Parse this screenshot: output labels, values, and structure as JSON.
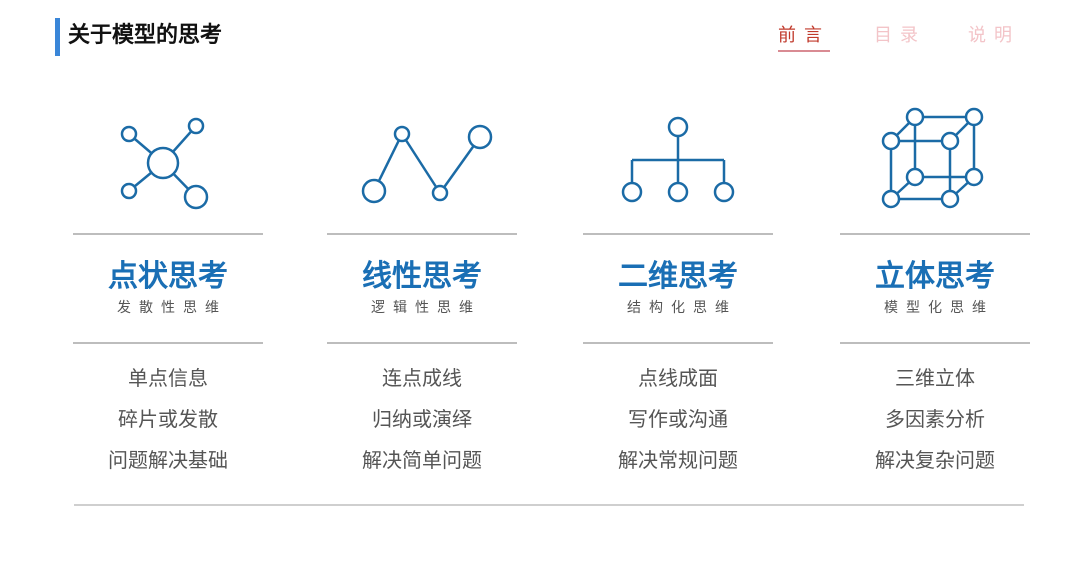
{
  "header": {
    "title": "关于模型的思考",
    "nav": [
      {
        "label": "前言",
        "active": true
      },
      {
        "label": "目录",
        "active": false
      },
      {
        "label": "说明",
        "active": false
      }
    ]
  },
  "colors": {
    "accent_blue": "#1a6fb5",
    "icon_blue": "#1b6ba6",
    "nav_active": "#c0392b",
    "nav_inactive": "#f3c4c8"
  },
  "columns": [
    {
      "icon": "point-network-icon",
      "heading": "点状思考",
      "subheading": "发散性思维",
      "lines": [
        "单点信息",
        "碎片或发散",
        "问题解决基础"
      ]
    },
    {
      "icon": "line-zigzag-icon",
      "heading": "线性思考",
      "subheading": "逻辑性思维",
      "lines": [
        "连点成线",
        "归纳或演绎",
        "解决简单问题"
      ]
    },
    {
      "icon": "tree-hierarchy-icon",
      "heading": "二维思考",
      "subheading": "结构化思维",
      "lines": [
        "点线成面",
        "写作或沟通",
        "解决常规问题"
      ]
    },
    {
      "icon": "cube-3d-icon",
      "heading": "立体思考",
      "subheading": "模型化思维",
      "lines": [
        "三维立体",
        "多因素分析",
        "解决复杂问题"
      ]
    }
  ]
}
